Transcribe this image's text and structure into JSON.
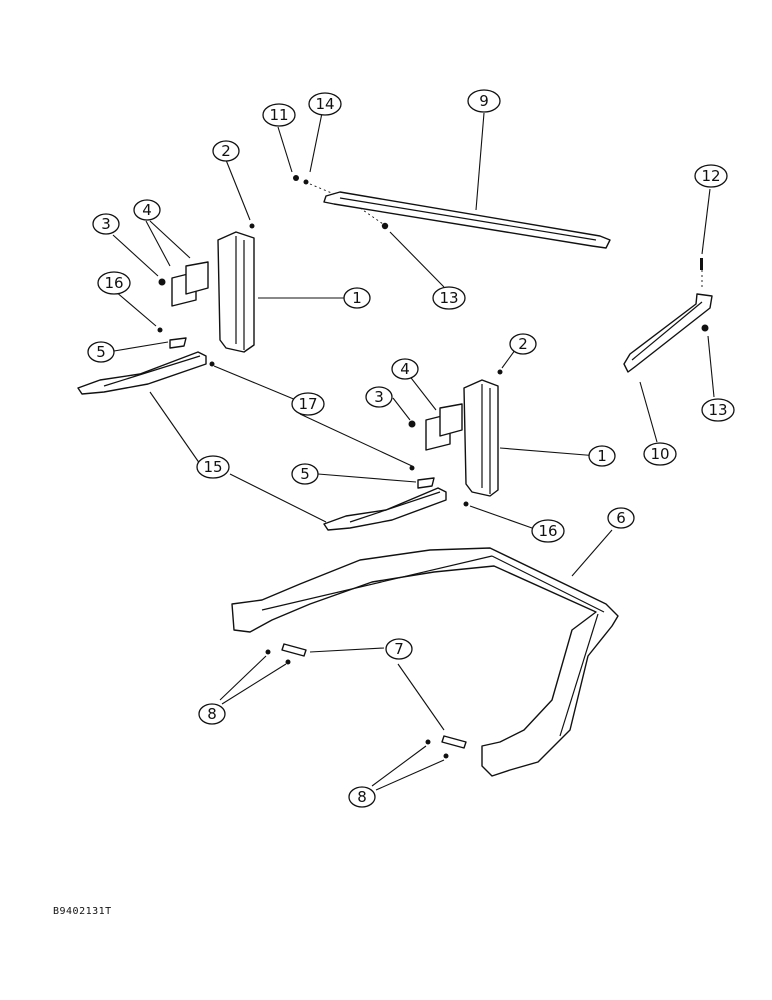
{
  "callouts": {
    "c1a": "1",
    "c1b": "1",
    "c2a": "2",
    "c2b": "2",
    "c3a": "3",
    "c3b": "3",
    "c4a": "4",
    "c4b": "4",
    "c5a": "5",
    "c5b": "5",
    "c6": "6",
    "c7": "7",
    "c8a": "8",
    "c8b": "8",
    "c9": "9",
    "c10": "10",
    "c11": "11",
    "c12": "12",
    "c13a": "13",
    "c13b": "13",
    "c14": "14",
    "c15": "15",
    "c16a": "16",
    "c16b": "16",
    "c17": "17"
  },
  "drawing_id": "B9402131T"
}
